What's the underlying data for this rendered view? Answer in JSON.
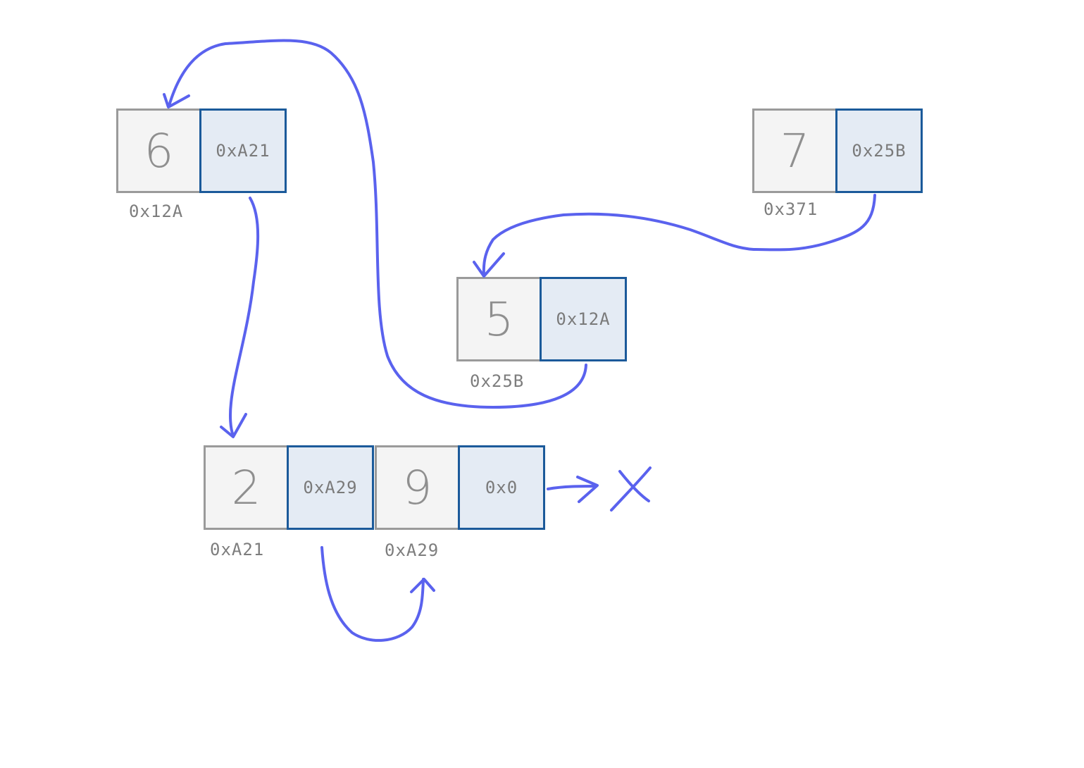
{
  "nodes": [
    {
      "id": "n6",
      "value": "6",
      "next": "0xA21",
      "address": "0x12A"
    },
    {
      "id": "n7",
      "value": "7",
      "next": "0x25B",
      "address": "0x371"
    },
    {
      "id": "n5",
      "value": "5",
      "next": "0x12A",
      "address": "0x25B"
    },
    {
      "id": "n2",
      "value": "2",
      "next": "0xA29",
      "address": "0xA21"
    },
    {
      "id": "n9",
      "value": "9",
      "next": "0x0",
      "address": "0xA29"
    }
  ],
  "null_marker": "X",
  "colors": {
    "arrow": "#5a62ee",
    "value_cell_bg": "#f4f4f4",
    "value_cell_border": "#9a9a9a",
    "pointer_cell_bg": "#e4ebf4",
    "pointer_cell_border": "#1b5a9a",
    "text": "#7d7d7d"
  }
}
